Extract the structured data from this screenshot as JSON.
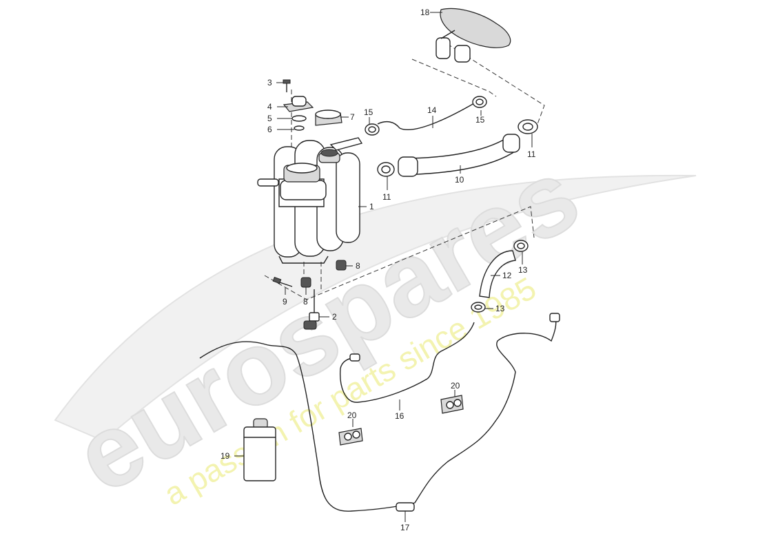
{
  "watermark": {
    "brand": "eurospares",
    "tagline": "a passion for parts since 1985"
  },
  "callouts": [
    {
      "id": "c1",
      "text": "1"
    },
    {
      "id": "c2",
      "text": "2"
    },
    {
      "id": "c3",
      "text": "3"
    },
    {
      "id": "c4",
      "text": "4"
    },
    {
      "id": "c5",
      "text": "5"
    },
    {
      "id": "c6",
      "text": "6"
    },
    {
      "id": "c7",
      "text": "7"
    },
    {
      "id": "c8a",
      "text": "8"
    },
    {
      "id": "c8b",
      "text": "8"
    },
    {
      "id": "c9",
      "text": "9"
    },
    {
      "id": "c10",
      "text": "10"
    },
    {
      "id": "c11a",
      "text": "11"
    },
    {
      "id": "c11b",
      "text": "11"
    },
    {
      "id": "c12",
      "text": "12"
    },
    {
      "id": "c13a",
      "text": "13"
    },
    {
      "id": "c13b",
      "text": "13"
    },
    {
      "id": "c14",
      "text": "14"
    },
    {
      "id": "c15a",
      "text": "15"
    },
    {
      "id": "c15b",
      "text": "15"
    },
    {
      "id": "c16",
      "text": "16"
    },
    {
      "id": "c17",
      "text": "17"
    },
    {
      "id": "c18",
      "text": "18"
    },
    {
      "id": "c19",
      "text": "19"
    },
    {
      "id": "c20a",
      "text": "20"
    },
    {
      "id": "c20b",
      "text": "20"
    }
  ]
}
